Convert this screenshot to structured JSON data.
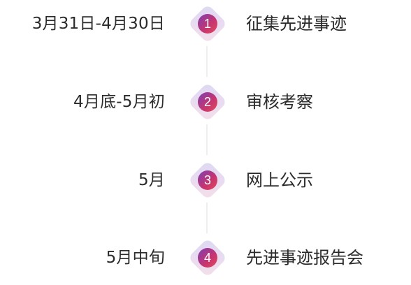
{
  "colors": {
    "text": "#2b2b2b",
    "connector": "#eeeeee",
    "diamond_gradient": [
      "#ddd8f3",
      "#f3dfe9"
    ],
    "badge_gradient": [
      "#7c3fb3",
      "#e24a5a"
    ]
  },
  "steps": [
    {
      "number": "1",
      "date": "3月31日-4月30日",
      "title": "征集先进事迹"
    },
    {
      "number": "2",
      "date": "4月底-5月初",
      "title": "审核考察"
    },
    {
      "number": "3",
      "date": "5月",
      "title": "网上公示"
    },
    {
      "number": "4",
      "date": "5月中旬",
      "title": "先进事迹报告会"
    }
  ]
}
